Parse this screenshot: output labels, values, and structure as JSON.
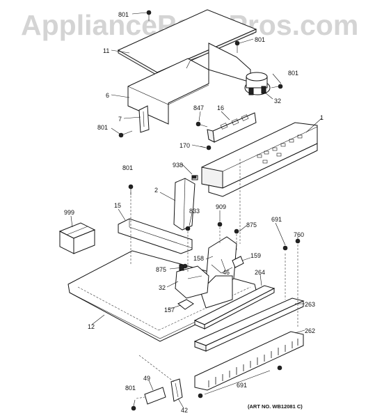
{
  "watermark": "AppliancePartsPros.com",
  "art_number": "(ART NO. WB12081 C)",
  "callouts": {
    "c801a": "801",
    "c801b": "801",
    "c801c": "801",
    "c801d": "801",
    "c801e": "801",
    "c801f": "801",
    "c11": "11",
    "c6": "6",
    "c7": "7",
    "c32a": "32",
    "c847": "847",
    "c16": "16",
    "c1": "1",
    "c170": "170",
    "c938": "938",
    "c2": "2",
    "c999": "999",
    "c15": "15",
    "c833": "833",
    "c909": "909",
    "c875a": "875",
    "c691a": "691",
    "c760": "760",
    "c158": "158",
    "c159": "159",
    "c875b": "875",
    "c46": "46",
    "c264": "264",
    "c32b": "32",
    "c157": "157",
    "c263": "263",
    "c12": "12",
    "c262": "262",
    "c691b": "691",
    "c49": "49",
    "c42": "42"
  },
  "colors": {
    "line": "#111111",
    "watermark": "#d4d4d4",
    "background": "#ffffff"
  }
}
